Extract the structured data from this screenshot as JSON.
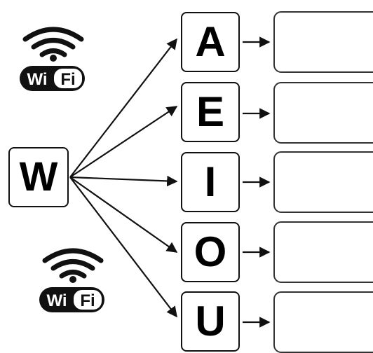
{
  "diagram": {
    "start_letter": "W",
    "vowels": [
      {
        "letter": "A",
        "answer": ""
      },
      {
        "letter": "E",
        "answer": ""
      },
      {
        "letter": "I",
        "answer": ""
      },
      {
        "letter": "O",
        "answer": ""
      },
      {
        "letter": "U",
        "answer": ""
      }
    ]
  },
  "wifi_logos": [
    {
      "icon": "wifi-icon",
      "text_left": "Wi",
      "text_right": "Fi"
    },
    {
      "icon": "wifi-icon",
      "text_left": "Wi",
      "text_right": "Fi"
    }
  ],
  "colors": {
    "ink": "#111111",
    "background": "#ffffff",
    "box_border": "#333333"
  }
}
